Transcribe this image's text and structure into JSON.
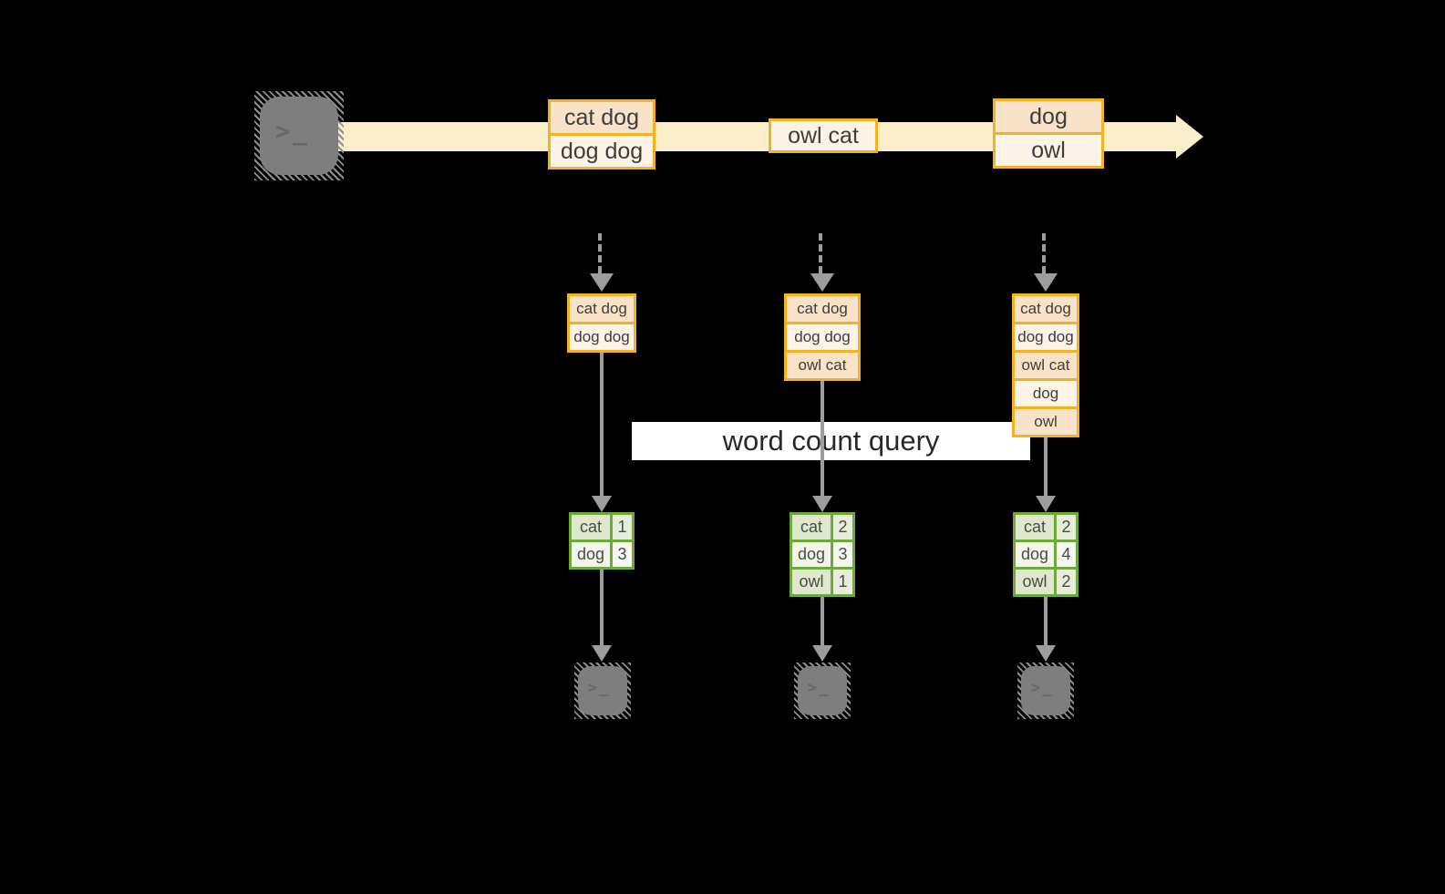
{
  "colors": {
    "background": "#000000",
    "stream_band": "#faeecb",
    "amber_border": "#f0b323",
    "amber_cell_dark": "#f9e3c8",
    "amber_cell_light": "#fdf3e6",
    "green_border": "#70a83e",
    "green_cell_dark": "#dde8cc",
    "green_cell_light": "#f1f5ea",
    "arrow_gray": "#9d9d9d",
    "terminal_gray": "#7e7e7e",
    "query_band_bg": "#ffffff"
  },
  "source_terminal": {
    "prompt": ">_"
  },
  "stream_batches": [
    {
      "lines": [
        "cat dog",
        "dog dog"
      ]
    },
    {
      "lines": [
        "owl cat"
      ]
    },
    {
      "lines": [
        "dog",
        "owl"
      ]
    }
  ],
  "query_label": "word count query",
  "columns": [
    {
      "buffer": [
        "cat dog",
        "dog dog"
      ],
      "counts": [
        [
          "cat",
          "1"
        ],
        [
          "dog",
          "3"
        ]
      ],
      "terminal_prompt": ">_"
    },
    {
      "buffer": [
        "cat dog",
        "dog dog",
        "owl cat"
      ],
      "counts": [
        [
          "cat",
          "2"
        ],
        [
          "dog",
          "3"
        ],
        [
          "owl",
          "1"
        ]
      ],
      "terminal_prompt": ">_"
    },
    {
      "buffer": [
        "cat dog",
        "dog dog",
        "owl cat",
        "dog",
        "owl"
      ],
      "counts": [
        [
          "cat",
          "2"
        ],
        [
          "dog",
          "4"
        ],
        [
          "owl",
          "2"
        ]
      ],
      "terminal_prompt": ">_"
    }
  ]
}
